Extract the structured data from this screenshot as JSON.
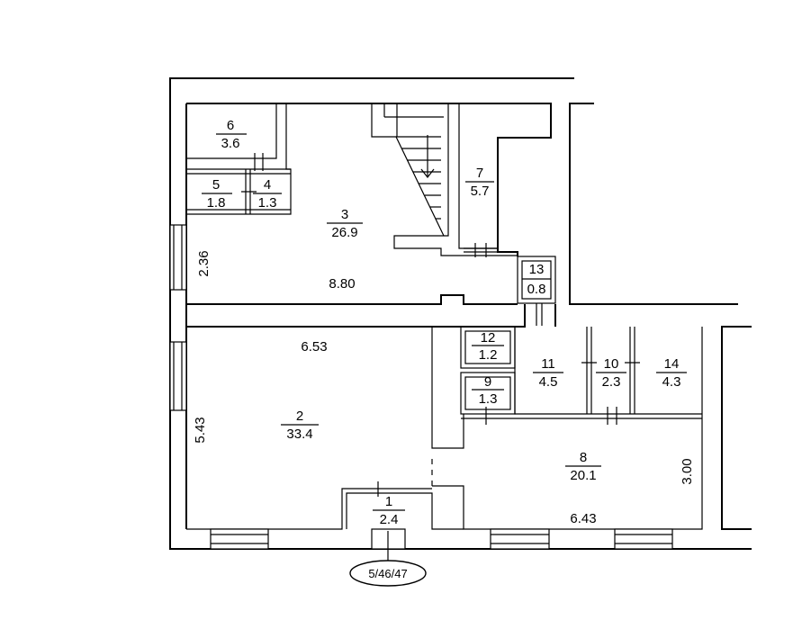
{
  "rooms": [
    {
      "id": "room-1",
      "number": "1",
      "area": "2.4"
    },
    {
      "id": "room-2",
      "number": "2",
      "area": "33.4"
    },
    {
      "id": "room-3",
      "number": "3",
      "area": "26.9"
    },
    {
      "id": "room-4",
      "number": "4",
      "area": "1.3"
    },
    {
      "id": "room-5",
      "number": "5",
      "area": "1.8"
    },
    {
      "id": "room-6",
      "number": "6",
      "area": "3.6"
    },
    {
      "id": "room-7",
      "number": "7",
      "area": "5.7"
    },
    {
      "id": "room-8",
      "number": "8",
      "area": "20.1"
    },
    {
      "id": "room-9",
      "number": "9",
      "area": "1.3"
    },
    {
      "id": "room-10",
      "number": "10",
      "area": "2.3"
    },
    {
      "id": "room-11",
      "number": "11",
      "area": "4.5"
    },
    {
      "id": "room-12",
      "number": "12",
      "area": "1.2"
    },
    {
      "id": "room-13",
      "number": "13",
      "area": "0.8"
    },
    {
      "id": "room-14",
      "number": "14",
      "area": "4.3"
    }
  ],
  "dimensions": {
    "room3_height": "2.36",
    "room3_width": "8.80",
    "room2_width": "6.53",
    "room2_height": "5.43",
    "room8_height": "3.00",
    "room8_width": "6.43"
  },
  "entrance_label": "5/46/47"
}
